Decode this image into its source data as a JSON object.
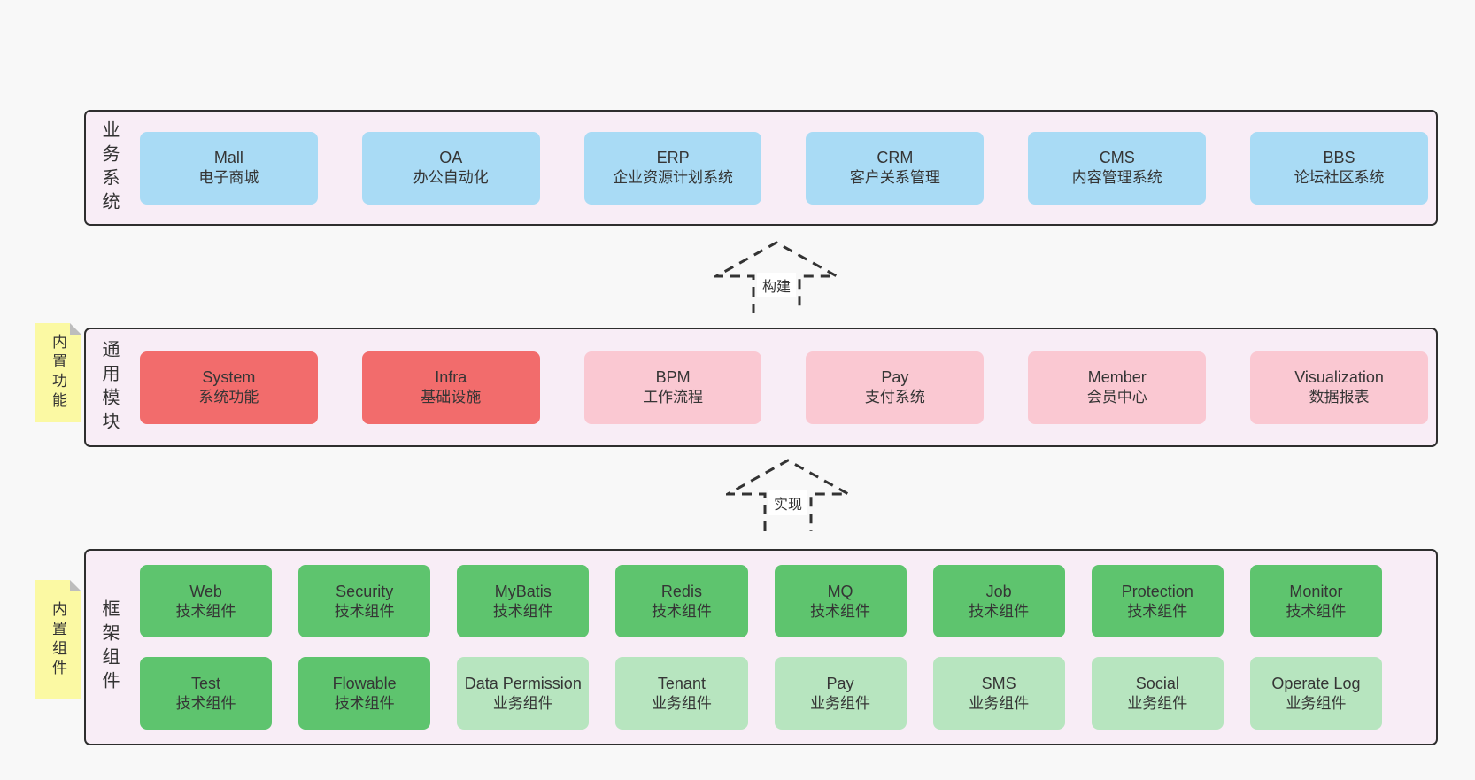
{
  "colors": {
    "page_bg": "#f8f8f8",
    "band_bg": "#f8edf6",
    "band_border": "#2e2e2e",
    "business_box_blue": "#a9dbf5",
    "module_box_red": "#f26c6c",
    "module_box_pink": "#fac8d2",
    "component_box_green_dark": "#5ec46e",
    "component_box_green_light": "#b7e5bf",
    "sticky_yellow": "#fbf9a3",
    "text": "#353535"
  },
  "arrows": {
    "build": "构建",
    "implement": "实现"
  },
  "business_band": {
    "label": "业务系统",
    "items": [
      {
        "title": "Mall",
        "subtitle": "电子商城"
      },
      {
        "title": "OA",
        "subtitle": "办公自动化"
      },
      {
        "title": "ERP",
        "subtitle": "企业资源计划系统"
      },
      {
        "title": "CRM",
        "subtitle": "客户关系管理"
      },
      {
        "title": "CMS",
        "subtitle": "内容管理系统"
      },
      {
        "title": "BBS",
        "subtitle": "论坛社区系统"
      }
    ]
  },
  "module_band": {
    "label": "通用模块",
    "sticky": "内置功能",
    "items": [
      {
        "title": "System",
        "subtitle": "系统功能"
      },
      {
        "title": "Infra",
        "subtitle": "基础设施"
      },
      {
        "title": "BPM",
        "subtitle": "工作流程"
      },
      {
        "title": "Pay",
        "subtitle": "支付系统"
      },
      {
        "title": "Member",
        "subtitle": "会员中心"
      },
      {
        "title": "Visualization",
        "subtitle": "数据报表"
      }
    ]
  },
  "component_band": {
    "label": "框架组件",
    "sticky": "内置组件",
    "items": [
      {
        "title": "Web",
        "subtitle": "技术组件"
      },
      {
        "title": "Security",
        "subtitle": "技术组件"
      },
      {
        "title": "MyBatis",
        "subtitle": "技术组件"
      },
      {
        "title": "Redis",
        "subtitle": "技术组件"
      },
      {
        "title": "MQ",
        "subtitle": "技术组件"
      },
      {
        "title": "Job",
        "subtitle": "技术组件"
      },
      {
        "title": "Protection",
        "subtitle": "技术组件"
      },
      {
        "title": "Monitor",
        "subtitle": "技术组件"
      },
      {
        "title": "Test",
        "subtitle": "技术组件"
      },
      {
        "title": "Flowable",
        "subtitle": "技术组件"
      },
      {
        "title": "Data Permission",
        "subtitle": "业务组件"
      },
      {
        "title": "Tenant",
        "subtitle": "业务组件"
      },
      {
        "title": "Pay",
        "subtitle": "业务组件"
      },
      {
        "title": "SMS",
        "subtitle": "业务组件"
      },
      {
        "title": "Social",
        "subtitle": "业务组件"
      },
      {
        "title": "Operate Log",
        "subtitle": "业务组件"
      }
    ]
  }
}
